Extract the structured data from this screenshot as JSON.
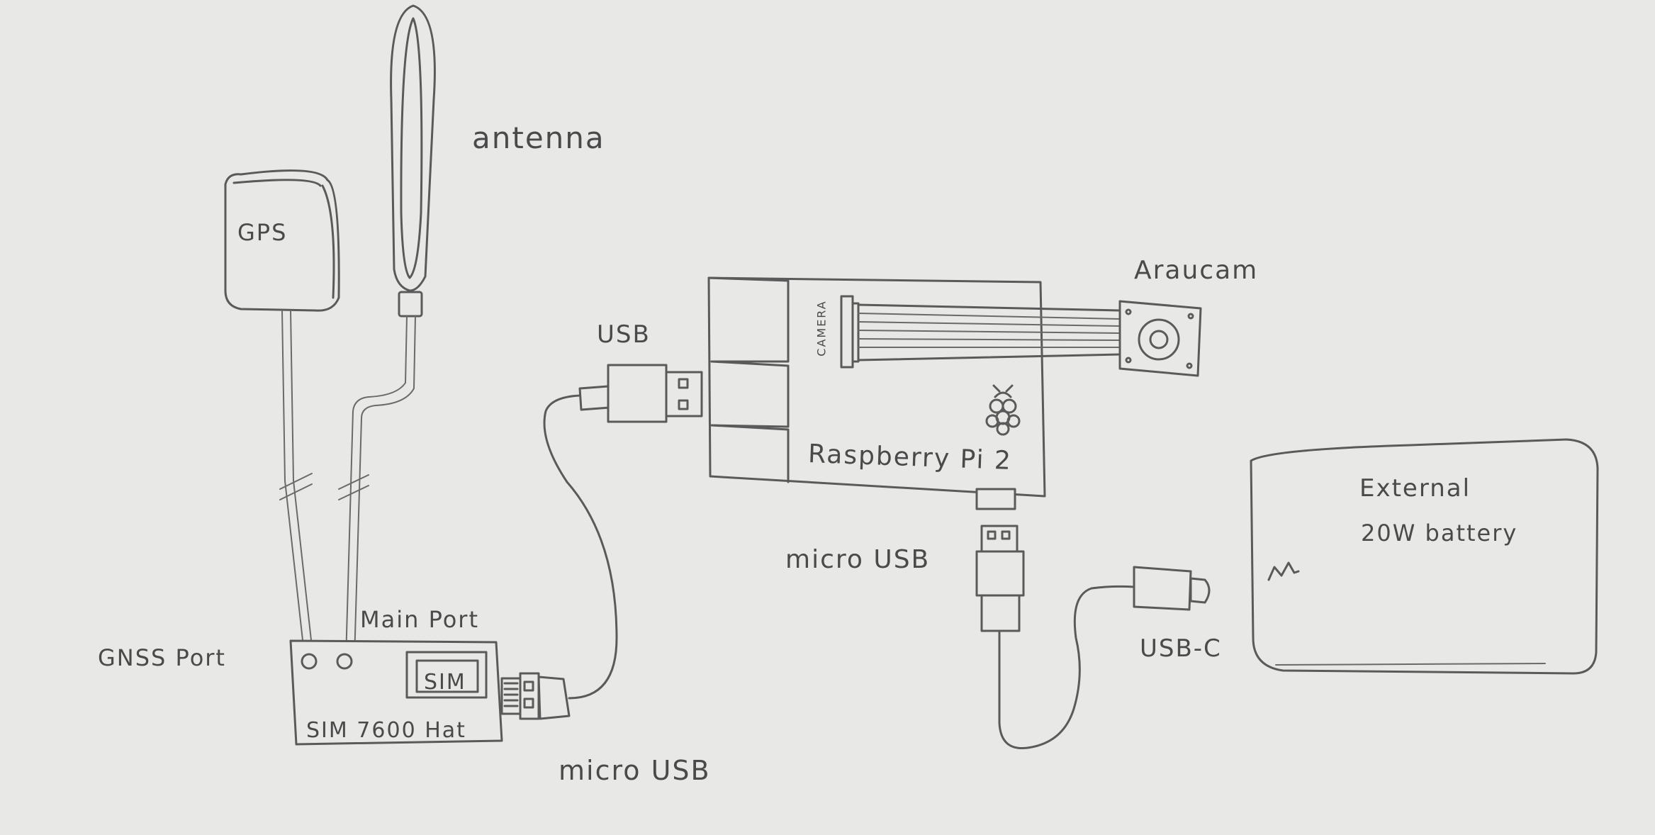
{
  "labels": {
    "antenna": "antenna",
    "gps": "GPS",
    "usb_top": "USB",
    "arducam": "Araucam",
    "camera": "CAMERA",
    "raspberry_pi": "Raspberry Pi 2",
    "external_battery_line1": "External",
    "external_battery_line2": "20W battery",
    "micro_usb_right": "micro USB",
    "usb_c": "USB-C",
    "main_port": "Main Port",
    "gnss_port": "GNSS Port",
    "sim": "SIM",
    "sim_hat": "SIM 7600 Hat",
    "micro_usb_bottom": "micro USB"
  },
  "colors": {
    "paper": "#e8e8e6",
    "pencil": "#5a5a5a"
  }
}
